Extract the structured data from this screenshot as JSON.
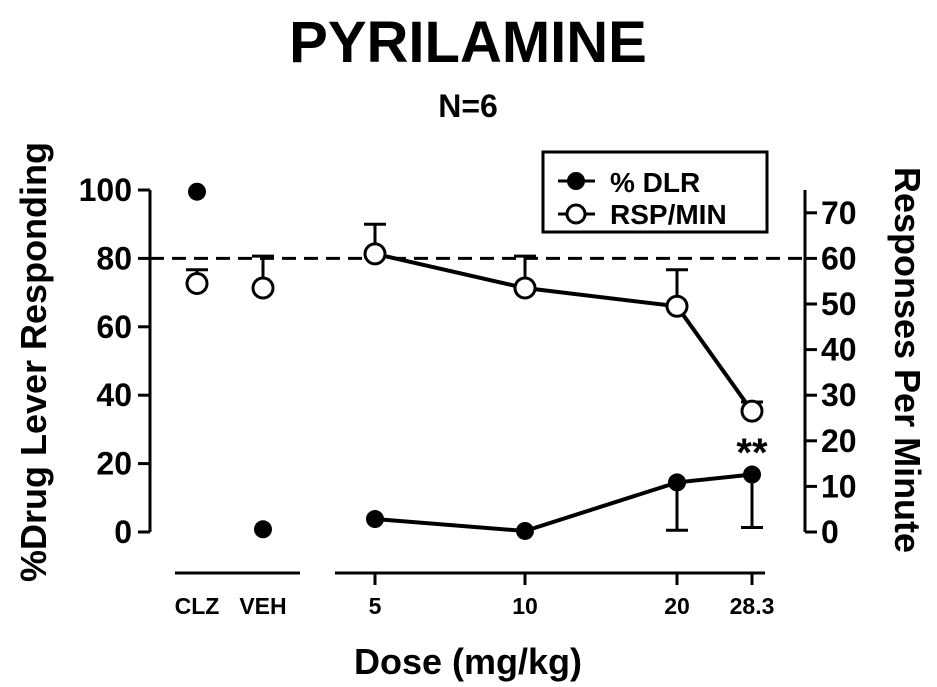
{
  "chart_data": {
    "type": "scatter",
    "title": "PYRILAMINE",
    "subtitle": "N=6",
    "xlabel": "Dose (mg/kg)",
    "ylabel_left": "%Drug Lever Responding",
    "ylabel_right": "Responses Per Minute",
    "categories": [
      "CLZ",
      "VEH",
      "5",
      "10",
      "20",
      "28.3"
    ],
    "control_categories": [
      "CLZ",
      "VEH"
    ],
    "dose_categories": [
      "5",
      "10",
      "20",
      "28.3"
    ],
    "y_left": {
      "range": [
        0,
        100
      ],
      "ticks": [
        0,
        20,
        40,
        60,
        80,
        100
      ]
    },
    "y_right": {
      "range": [
        0,
        75
      ],
      "ticks": [
        0,
        10,
        20,
        30,
        40,
        50,
        60,
        70
      ]
    },
    "reference_line": {
      "axis": "left",
      "value": 80,
      "style": "dashed"
    },
    "legend": {
      "position": "top-right"
    },
    "series": [
      {
        "name": "% DLR",
        "axis": "left",
        "marker": "filled-circle",
        "color": "#000000",
        "values": [
          99.5,
          0.8,
          3.8,
          0.3,
          14.5,
          16.8
        ],
        "error": [
          null,
          null,
          null,
          null,
          14.0,
          15.5
        ],
        "connected_categories": [
          "5",
          "10",
          "20",
          "28.3"
        ]
      },
      {
        "name": "RSP/MIN",
        "axis": "right",
        "marker": "open-circle",
        "color": "#000000",
        "values": [
          54.5,
          53.5,
          61.0,
          53.5,
          49.5,
          26.5
        ],
        "error": [
          3.0,
          7.0,
          6.5,
          7.0,
          8.0,
          2.0
        ],
        "connected_categories": [
          "5",
          "10",
          "20",
          "28.3"
        ]
      }
    ],
    "annotations": [
      {
        "text": "**",
        "category": "28.3",
        "series": "RSP/MIN"
      }
    ]
  }
}
